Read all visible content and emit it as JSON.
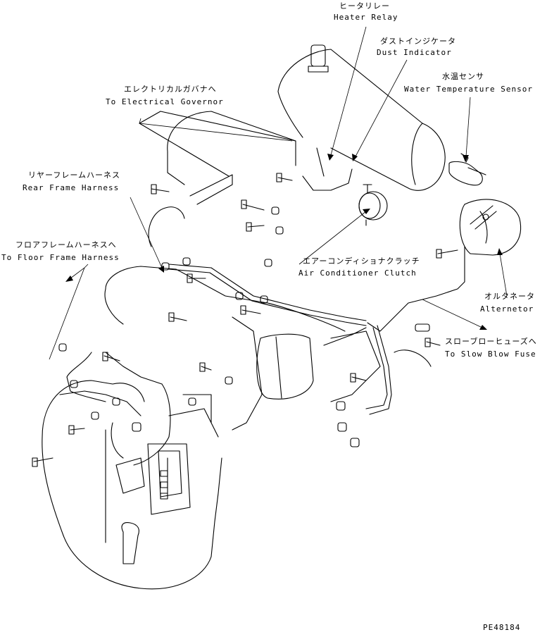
{
  "labels": {
    "heater_relay": {
      "jp": "ヒータリレー",
      "en": "Heater Relay"
    },
    "dust_indicator": {
      "jp": "ダストインジケータ",
      "en": "Dust Indicator"
    },
    "water_temp_sensor": {
      "jp": "水温センサ",
      "en": "Water Temperature Sensor"
    },
    "electrical_governor": {
      "jp": "エレクトリカルガバナへ",
      "en": "To Electrical Governor"
    },
    "rear_frame_harness": {
      "jp": "リヤーフレームハーネス",
      "en": "Rear Frame Harness"
    },
    "floor_frame_harness": {
      "jp": "フロアフレームハーネスへ",
      "en": "To Floor Frame Harness"
    },
    "air_conditioner_clutch": {
      "jp": "エアーコンディショナクラッチ",
      "en": "Air Conditioner Clutch"
    },
    "alternator": {
      "jp": "オルタネータ",
      "en": "Alternetor"
    },
    "slow_blow_fuse": {
      "jp": "スローブローヒューズへ",
      "en": "To Slow Blow Fuse"
    }
  },
  "drawing_number": "PE48184",
  "colors": {
    "line": "#000000",
    "background": "#ffffff"
  }
}
